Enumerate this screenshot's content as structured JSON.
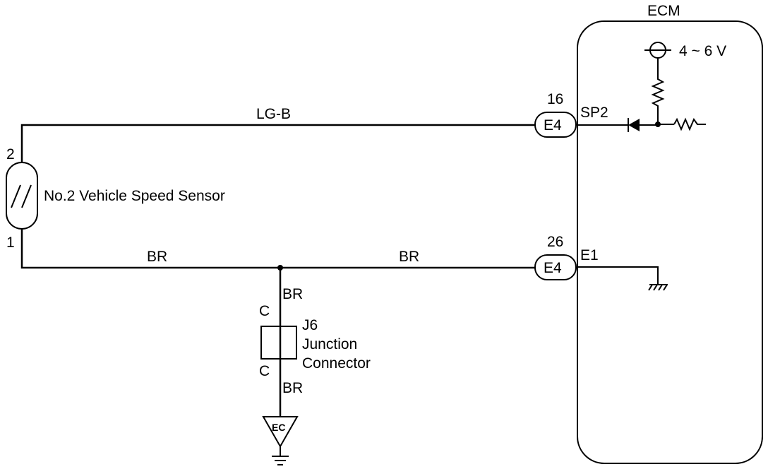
{
  "ecm": {
    "title": "ECM",
    "supply": "4 ~ 6 V"
  },
  "sensor": {
    "name": "No.2 Vehicle Speed Sensor",
    "pin_top": "2",
    "pin_bottom": "1"
  },
  "wires": {
    "signal": "LG-B",
    "ground_left": "BR",
    "ground_right": "BR",
    "branch_top": "BR",
    "branch_bottom": "BR"
  },
  "connectors": [
    {
      "pin": "16",
      "id": "E4",
      "terminal": "SP2"
    },
    {
      "pin": "26",
      "id": "E4",
      "terminal": "E1"
    }
  ],
  "junction": {
    "id": "J6",
    "line1": "Junction",
    "line2": "Connector",
    "pin_top": "C",
    "pin_bottom": "C"
  },
  "ground_point": "EC"
}
